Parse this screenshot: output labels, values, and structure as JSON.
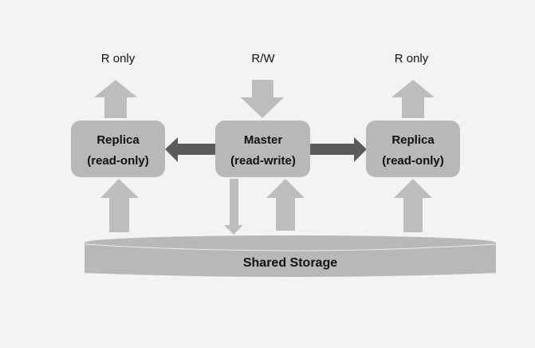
{
  "diagram": {
    "colors": {
      "background": "#f3f3f3",
      "node_fill": "#b8b8b8",
      "light_arrow": "#bdbdbd",
      "dark_arrow": "#5b5b5b",
      "text": "#111111"
    },
    "access_labels": {
      "left": "R only",
      "center": "R/W",
      "right": "R only"
    },
    "nodes": {
      "replica_left": {
        "title": "Replica",
        "subtitle": "(read-only)"
      },
      "master": {
        "title": "Master",
        "subtitle": "(read-write)"
      },
      "replica_right": {
        "title": "Replica",
        "subtitle": "(read-only)"
      }
    },
    "storage": {
      "label": "Shared Storage"
    },
    "edges": [
      {
        "from": "replica_left",
        "to": "client",
        "direction": "up"
      },
      {
        "from": "client",
        "to": "master",
        "direction": "down"
      },
      {
        "from": "replica_right",
        "to": "client",
        "direction": "up"
      },
      {
        "from": "master",
        "to": "replica_left",
        "direction": "left"
      },
      {
        "from": "master",
        "to": "replica_right",
        "direction": "right"
      },
      {
        "from": "storage",
        "to": "replica_left",
        "direction": "up"
      },
      {
        "from": "master",
        "to": "storage",
        "direction": "down"
      },
      {
        "from": "storage",
        "to": "master",
        "direction": "up"
      },
      {
        "from": "storage",
        "to": "replica_right",
        "direction": "up"
      }
    ]
  }
}
